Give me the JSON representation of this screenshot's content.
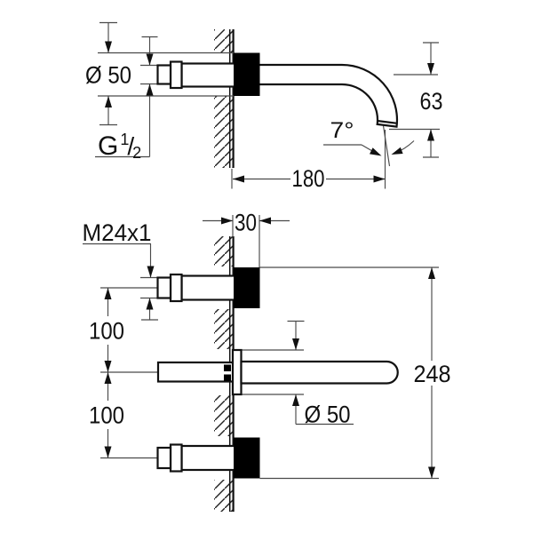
{
  "drawing": {
    "type": "technical-dimension-drawing",
    "side_view": {
      "rosette_diameter": "Ø 50",
      "thread_prefix": "G",
      "thread_numerator": "1",
      "thread_slash": "/",
      "thread_denominator": "2",
      "thread_display": "G 1/2",
      "outlet_height": "63",
      "spout_angle": "7°",
      "spout_projection": "180"
    },
    "front_view": {
      "wall_distance": "30",
      "handle_thread": "M24x1",
      "upper_spacing": "100",
      "lower_spacing": "100",
      "spout_rosette_diameter": "Ø 50",
      "overall_height": "248"
    },
    "colors": {
      "line": "#111111",
      "dim_line": "#4a4a4a",
      "background": "#ffffff",
      "flange_fill": "#000000"
    }
  }
}
